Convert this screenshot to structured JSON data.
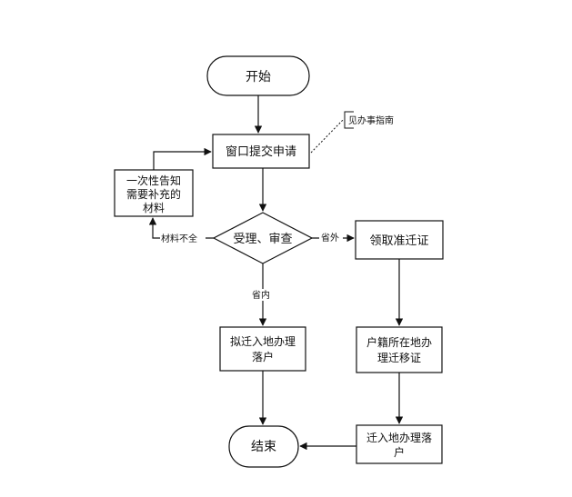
{
  "flowchart": {
    "start": "开始",
    "submit": "窗口提交申请",
    "annotation": "见办事指南",
    "notify": [
      "一次性告知",
      "需要补充的",
      "材料"
    ],
    "review": "受理、审查",
    "incomplete_label": "材料不全",
    "out_of_province_label": "省外",
    "in_province_label": "省内",
    "collect_permit": "领取准迁证",
    "move_in_settle": [
      "拟迁入地办理",
      "落户"
    ],
    "household_transfer": [
      "户籍所在地办",
      "理迁移证"
    ],
    "destination_settle": [
      "迁入地办理落",
      "户"
    ],
    "end": "结束"
  }
}
